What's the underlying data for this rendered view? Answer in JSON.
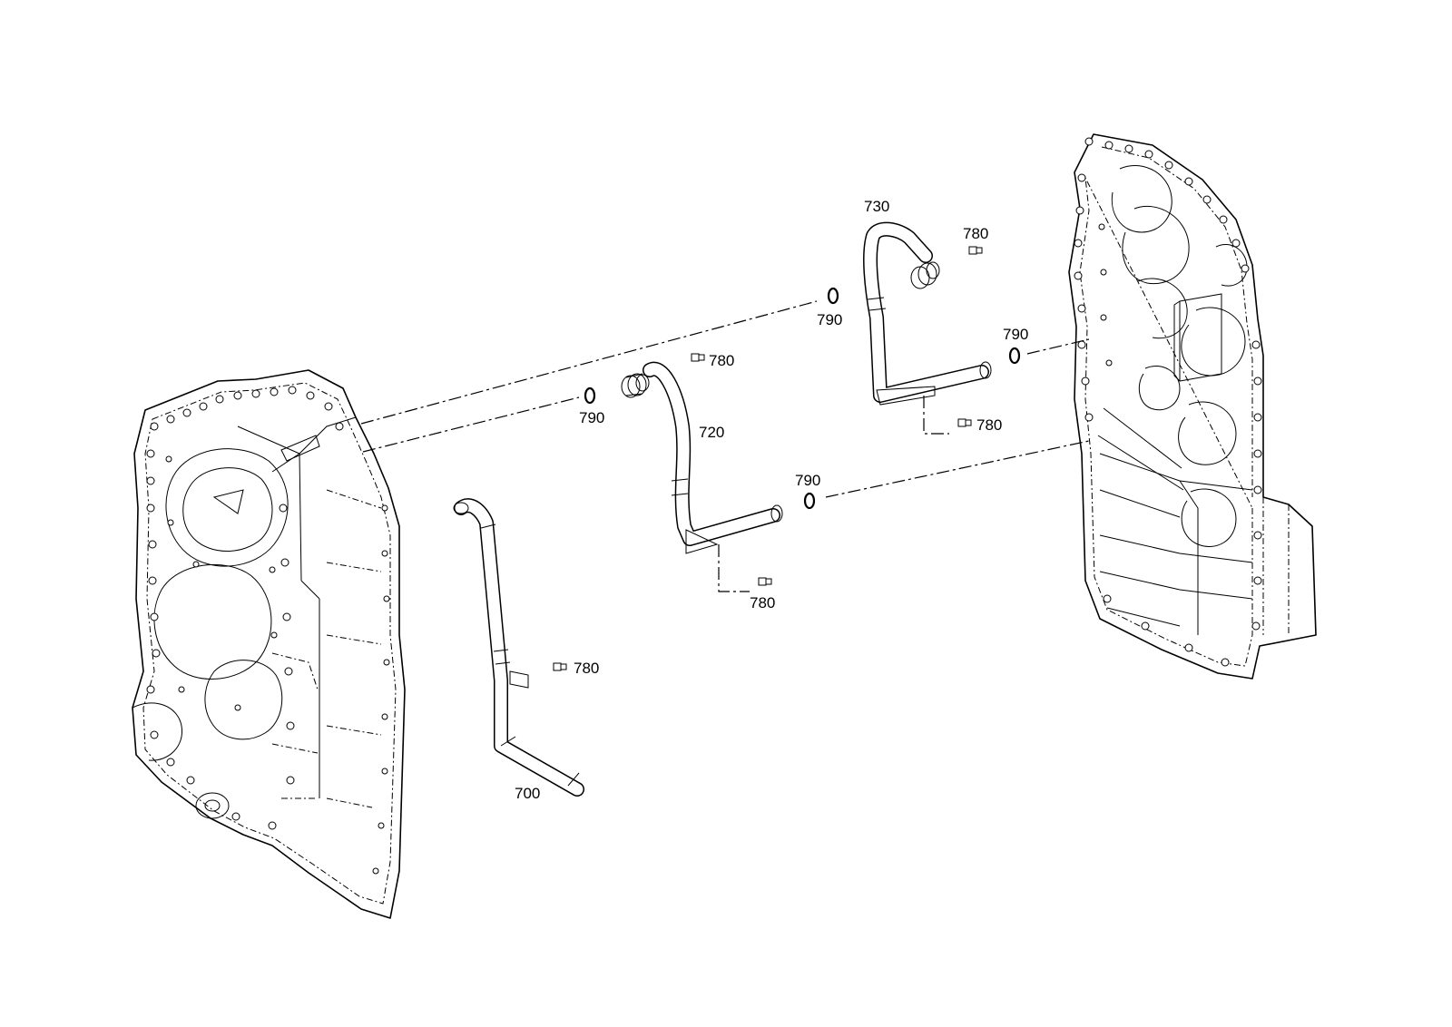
{
  "callouts": {
    "p700": "700",
    "p720": "720",
    "p730": "730",
    "p780_a": "780",
    "p780_b": "780",
    "p780_c": "780",
    "p780_d": "780",
    "p780_e": "780",
    "p790_a": "790",
    "p790_b": "790",
    "p790_c": "790",
    "p790_d": "790"
  },
  "colors": {
    "line": "#000000",
    "background": "#ffffff"
  }
}
